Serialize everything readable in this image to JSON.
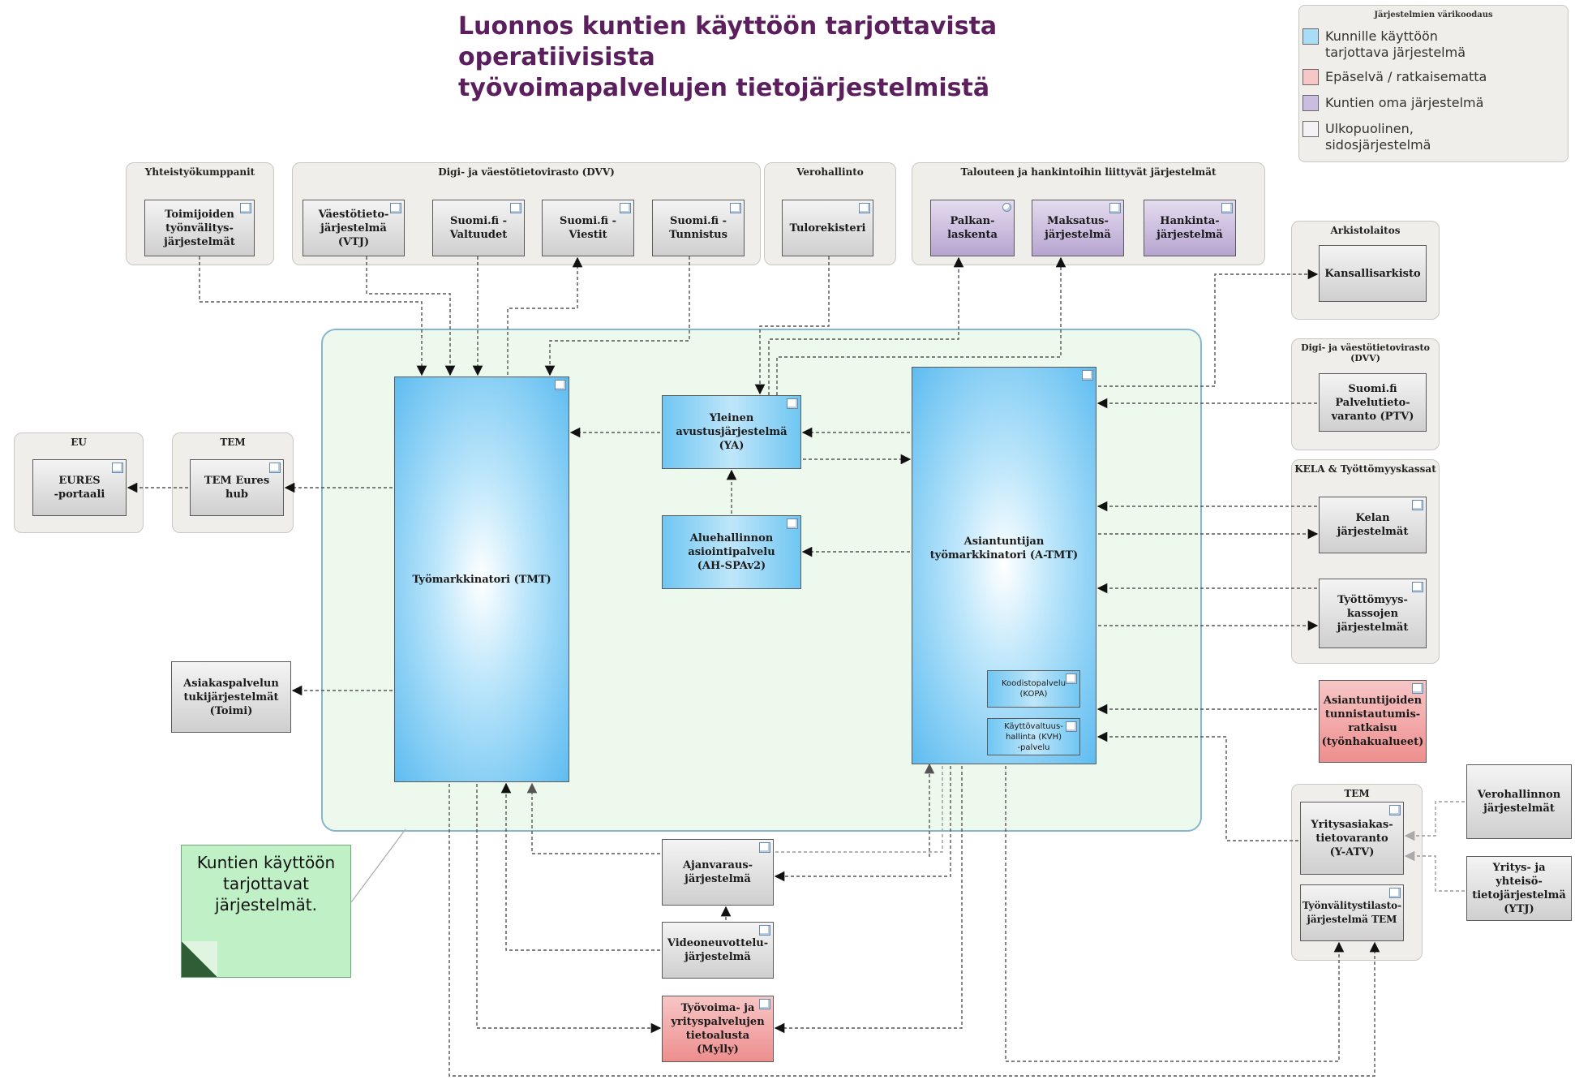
{
  "title": "Luonnos kuntien käyttöön tarjottavista operatiivisista\ntyövoimapalvelujen tietojärjestelmistä",
  "colors": {
    "title": "#5b1f5e",
    "blue": "#6fc6f2",
    "purple": "#b6a4d0",
    "red": "#ee8e8e",
    "gray": "#cfcfcf",
    "green_area": "#eef9ee",
    "group_bg": "#efeeea"
  },
  "legend": {
    "title": "Järjestelmien värikoodaus",
    "items": [
      {
        "label": "Kunnille käyttöön\ntarjottava järjestelmä",
        "color": "#a9dcf6"
      },
      {
        "label": "Epäselvä / ratkaisematta",
        "color": "#f7c6c6"
      },
      {
        "label": "Kuntien oma järjestelmä",
        "color": "#c9bde0"
      },
      {
        "label": "Ulkopuolinen,\nsidosjärjestelmä",
        "color": "#f3f3f3"
      }
    ]
  },
  "groups": {
    "yhteistyokumppanit": "Yhteistyökumppanit",
    "dvv_top": "Digi- ja väestötietovirasto (DVV)",
    "verohallinto": "Verohallinto",
    "talous": "Talouteen ja hankintoihin liittyvät järjestelmät",
    "arkistolaitos": "Arkistolaitos",
    "dvv_right": "Digi- ja väestötietovirasto\n(DVV)",
    "kela": "KELA & Työttömyyskassat",
    "eu": "EU",
    "tem_left": "TEM",
    "tem_right": "TEM"
  },
  "nodes": {
    "toimijoiden": "Toimijoiden\ntyönvälitys-\njärjestelmät",
    "vtj": "Väestötieto-\njärjestelmä\n(VTJ)",
    "valtuudet": "Suomi.fi -\nValtuudet",
    "viestit": "Suomi.fi -\nViestit",
    "tunnistus": "Suomi.fi -\nTunnistus",
    "tulorekisteri": "Tulorekisteri",
    "palkanlaskenta": "Palkan-\nlaskenta",
    "maksatus": "Maksatus-\njärjestelmä",
    "hankinta": "Hankinta-\njärjestelmä",
    "kansallisarkisto": "Kansallisarkisto",
    "ptv": "Suomi.fi\nPalvelutieto-\nvaranto (PTV)",
    "kela": "Kelan\njärjestelmät",
    "kassat": "Työttömyys-\nkassojen\njärjestelmät",
    "tunnistautumis": "Asiantuntijoiden\ntunnistautumis-\nratkaisu\n(työnhakualueet)",
    "eures": "EURES\n-portaali",
    "tem_eures": "TEM Eures hub",
    "tmt": "Työmarkkinatori (TMT)",
    "ya": "Yleinen\navustusjärjestelmä\n(YA)",
    "ahspa": "Aluehallinnon\nasiointipalvelu\n(AH-SPAv2)",
    "atmt": "Asiantuntijan\ntyömarkkinatori (A-TMT)",
    "kopa": "Koodistopalvelu\n(KOPA)",
    "kvh": "Käyttövaltuus-\nhallinta (KVH)\n-palvelu",
    "asiakaspalvelu": "Asiakaspalvelun\ntukijärjestelmät\n(Toimi)",
    "ajanvaraus": "Ajanvaraus-\njärjestelmä",
    "video": "Videoneuvottelu-\njärjestelmä",
    "mylly": "Työvoima- ja\nyrityspalvelujen\ntietoalusta\n(Mylly)",
    "yatv": "Yritysasiakas-\ntietovaranto\n(Y-ATV)",
    "tyonvalitys_tem": "Työnvälitystilasto-\njärjestelmä TEM",
    "verohallinnon": "Verohallinnon\njärjestelmät",
    "ytj": "Yritys- ja\nyhteisö-\ntietojärjestelmä\n(YTJ)"
  },
  "note": "Kuntien käyttöön\ntarjottavat\njärjestelmät."
}
